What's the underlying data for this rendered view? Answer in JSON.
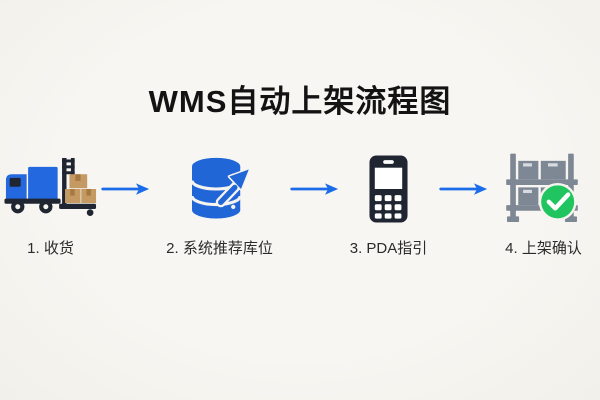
{
  "title": "WMS自动上架流程图",
  "steps": [
    {
      "label": "1. 收货",
      "icon": "truck-with-boxes-icon"
    },
    {
      "label": "2. 系统推荐库位",
      "icon": "database-recommend-icon"
    },
    {
      "label": "3. PDA指引",
      "icon": "pda-device-icon"
    },
    {
      "label": "4. 上架确认",
      "icon": "shelf-check-icon"
    }
  ],
  "arrows": {
    "count": 3,
    "direction": "right"
  },
  "colors": {
    "background": "#f6f4ef",
    "title_text": "#131313",
    "label_text": "#2b2b2b",
    "arrow_blue": "#1b6ce8",
    "truck_blue": "#2468e0",
    "icon_dark": "#202532",
    "box_tan": "#c49a62",
    "box_tape": "#a5793f",
    "database_blue": "#2166d6",
    "shelf_gray": "#7e8794",
    "shelf_box_detail": "#d8dbe0",
    "check_green": "#21c55f",
    "check_mark": "#ffffff"
  }
}
